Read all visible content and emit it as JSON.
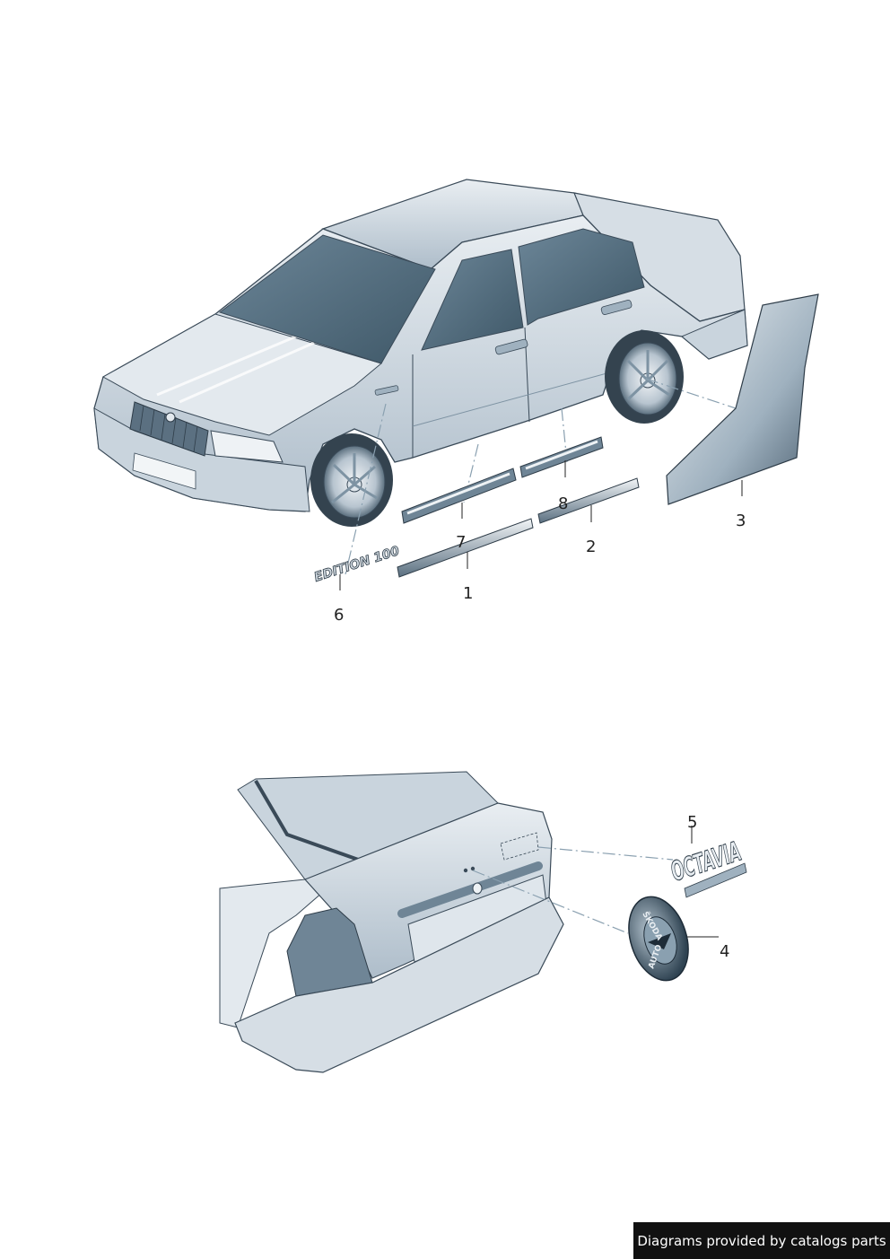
{
  "callouts": {
    "c1": "1",
    "c2": "2",
    "c3": "3",
    "c4": "4",
    "c5": "5",
    "c6": "6",
    "c7": "7",
    "c8": "8"
  },
  "emblems": {
    "edition_badge": "EDITION 100",
    "model_badge": "OCTAVIA",
    "logo_top": "ŠKODA",
    "logo_bottom": "AUTO"
  },
  "watermark": "Diagrams provided by catalogs parts",
  "colors": {
    "body_light": "#dfe6ec",
    "body_mid": "#b9c6d1",
    "body_dark": "#6f8596",
    "glass": "#4f6a7c",
    "outline": "#3a4a58",
    "leader": "#8aa0b0",
    "part_dark": "#435a6b"
  }
}
